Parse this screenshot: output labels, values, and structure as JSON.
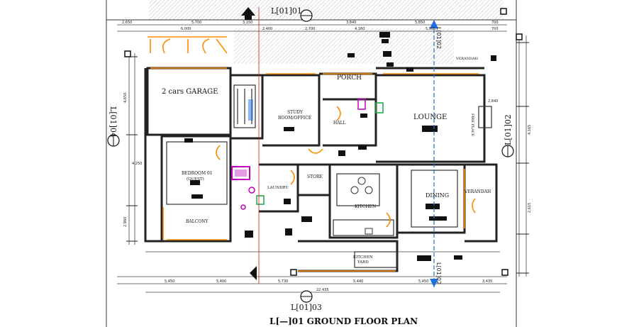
{
  "plan": {
    "title": "L[—]01 GROUND FLOOR PLAN",
    "colors": {
      "wall": "#222222",
      "door": "#ff8c00",
      "grid": "#1e6fe0",
      "fixture": "#c000c0",
      "green": "#1aa83a",
      "text": "#111111"
    }
  },
  "grid_markers": {
    "top": "L[01]01",
    "bottom": "L[01]03",
    "left": "L[01]04",
    "right": "L[01]02",
    "vertical_top": "L[01]02",
    "vertical_bottom": "L[01]02"
  },
  "rooms": {
    "garage": "2 cars GARAGE",
    "porch": "PORCH",
    "study_1": "STUDY",
    "study_2": "ROOM/OFFICE",
    "hall": "HALL",
    "lounge": "LOUNGE",
    "verandah_top": "VERANDAH",
    "fire_place": "FIRE PLACE",
    "bedroom_1": "BEDROOM 01",
    "bedroom_2": "(GUEST)",
    "store": "STORE",
    "laundry": "LAUNDRY",
    "kitchen": "KITCHEN",
    "dining": "DINING",
    "verandah_right": "VERANDAH",
    "balcony": "BALCONY",
    "kitchen_yard_1": "KITCHEN",
    "kitchen_yard_2": "YARD"
  },
  "dimensions": {
    "top": [
      "2,650",
      "5,700",
      "3,150",
      "3,840",
      "5,850",
      "700"
    ],
    "top_inner": [
      "6,000",
      "2,400",
      "2,700",
      "4,160",
      "5,900",
      "700"
    ],
    "bottom": [
      "5,450",
      "5,400",
      "5,730",
      "5,440",
      "5,450",
      "3,435"
    ],
    "bottom_total": "22,435",
    "left_side": [
      "4,650",
      "4,250",
      "2,960"
    ],
    "right_side": [
      "2,840",
      "4,165",
      "2,615"
    ]
  }
}
